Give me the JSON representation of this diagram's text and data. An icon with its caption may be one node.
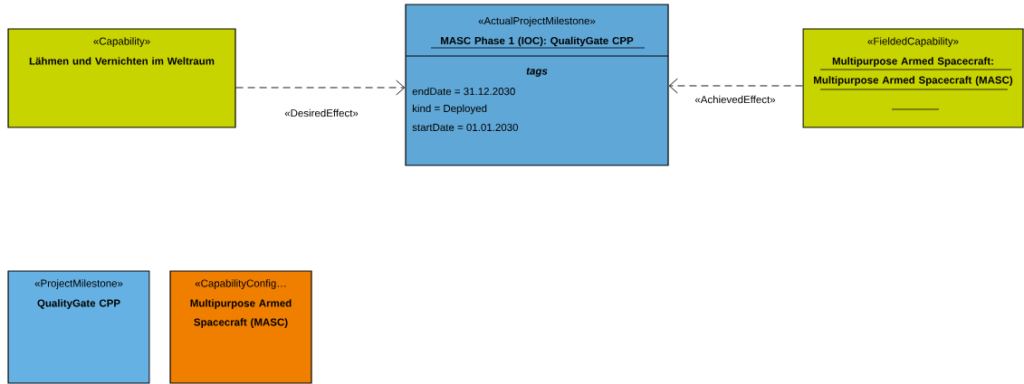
{
  "diagram": {
    "nodes": [
      {
        "text": [
          "«Capability»",
          "Lähmen und Vernichten im Weltraum"
        ]
      },
      {
        "text": [
          "«ActualProjectMilestone»",
          "MASC Phase 1 (IOC): QualityGate CPP",
          "tags",
          "endDate = 31.12.2030",
          "kind = Deployed",
          "startDate = 01.01.2030"
        ]
      },
      {
        "text": [
          "«FieldedCapability»",
          "Multipurpose Armed Spacecraft: Multipurpose Armed Spacecraft (MASC)"
        ]
      },
      {
        "text": [
          "«ProjectMilestone»",
          "QualityGate CPP"
        ]
      },
      {
        "text": [
          "«CapabilityConfig…",
          "Multipurpose Armed Spacecraft (MASC)"
        ]
      }
    ],
    "edges": [
      {
        "from": 0,
        "to": 1,
        "arrow": "to",
        "label": "«DesiredEffect»",
        "style": "dashed"
      },
      {
        "from": 2,
        "to": 1,
        "arrow": "to",
        "label": "«AchievedEffect»",
        "style": "dashed"
      }
    ]
  }
}
